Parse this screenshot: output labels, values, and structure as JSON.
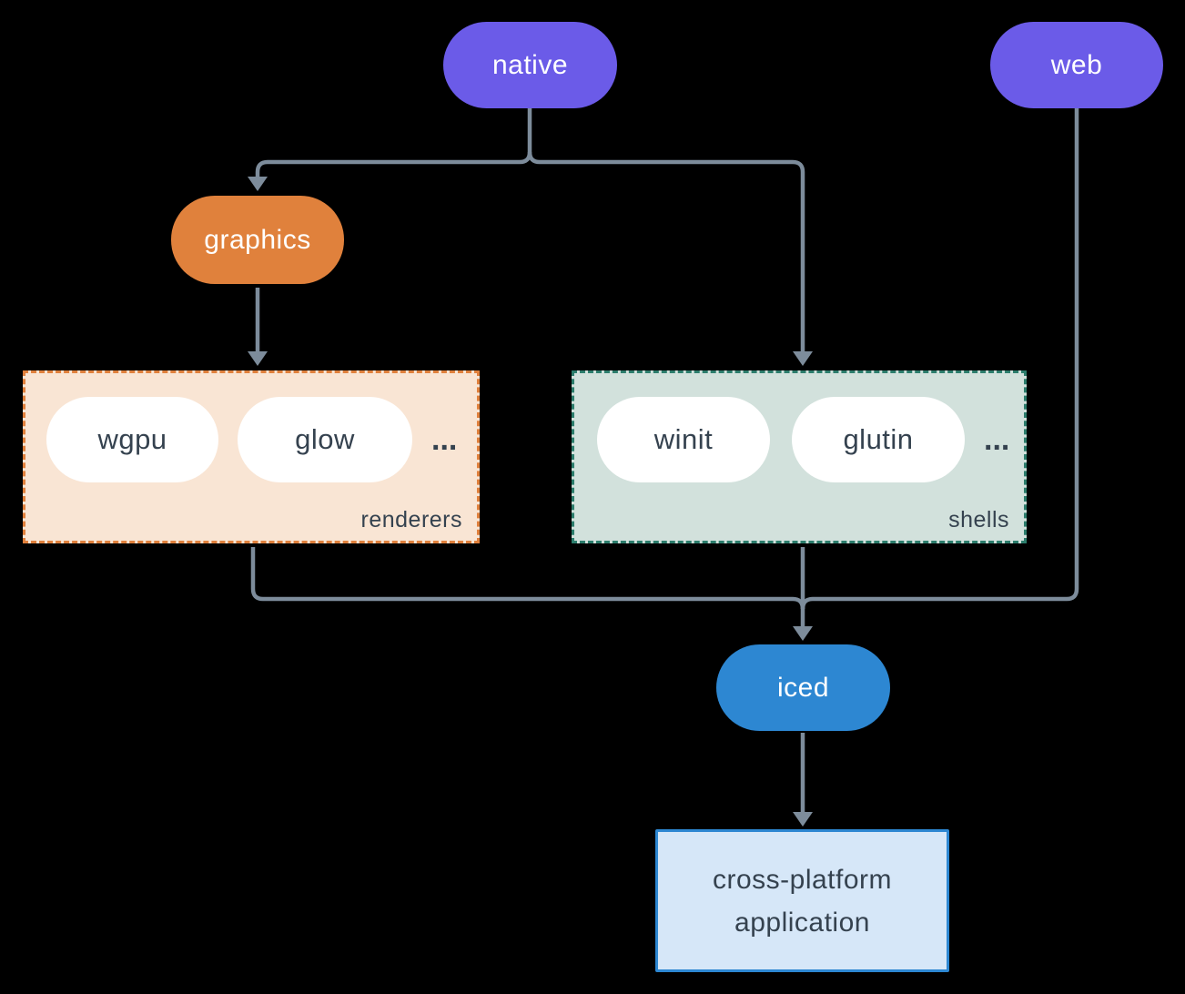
{
  "colors": {
    "background": "#000000",
    "purple": "#6B5BE8",
    "orange": "#E0813C",
    "blue": "#2D87D2",
    "line": "#7D8C9B",
    "peach-bg": "#F9E5D4",
    "orange-border": "#E0803C",
    "mint-bg": "#D2E1DC",
    "teal-border": "#2C7D6C",
    "pill-bg": "#FFFFFF",
    "pill-text": "#FFFFFF",
    "dark-text": "#35424F",
    "app-bg": "#D6E7F8",
    "app-border": "#2D87D2"
  },
  "nodes": {
    "native": {
      "label": "native"
    },
    "web": {
      "label": "web"
    },
    "graphics": {
      "label": "graphics"
    },
    "iced": {
      "label": "iced"
    },
    "app": {
      "label": "cross-platform application"
    }
  },
  "groups": {
    "renderers": {
      "label": "renderers",
      "items": [
        "wgpu",
        "glow"
      ],
      "more": "..."
    },
    "shells": {
      "label": "shells",
      "items": [
        "winit",
        "glutin"
      ],
      "more": "..."
    }
  }
}
